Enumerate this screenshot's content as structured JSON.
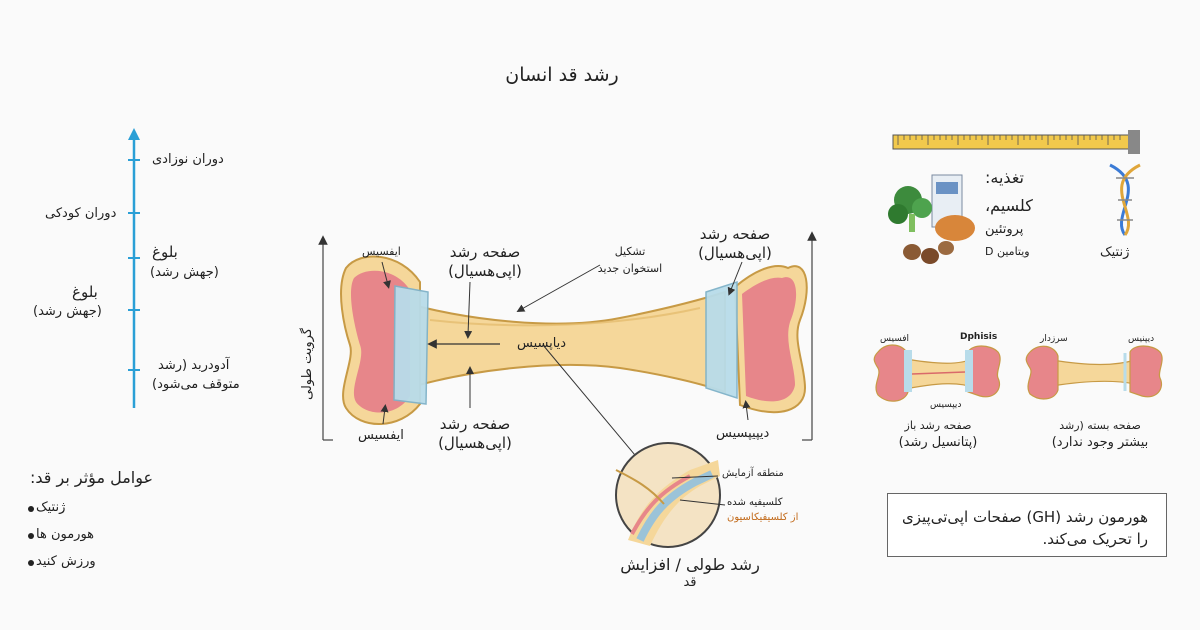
{
  "title": "رشد قد انسان",
  "timeline": {
    "accent": "#2a9fd6",
    "right_labels": [
      {
        "id": "newborn",
        "text": "دوران نوزادی"
      },
      {
        "id": "puberty1",
        "text": "بلوغ"
      },
      {
        "id": "puberty2",
        "text": "(جهش رشد)"
      },
      {
        "id": "adult1",
        "text": "آدودربد (رشد"
      },
      {
        "id": "adult2",
        "text": "متوقف می‌شود)"
      }
    ],
    "left_labels": [
      {
        "id": "childhood",
        "text": "دوران کودکی"
      },
      {
        "id": "puberty1",
        "text": "بلوغ"
      },
      {
        "id": "puberty2",
        "text": "(جهش رشد)"
      }
    ]
  },
  "bone": {
    "vertical_label": "گرویت طولی",
    "labels": {
      "epiphysis_top": "ایفسیس",
      "plate_top_1": "صفحه رشد",
      "plate_top_2": "(اپی‌هسیال)",
      "new_bone_1": "تشکیل",
      "new_bone_2": "استخوان جدید",
      "plate_right_1": "صفحه رشد",
      "plate_right_2": "(اپی‌هسیال)",
      "diaphysis": "دیاپسیس",
      "epiphysis_bottom": "ایفسیس",
      "plate_bottom_1": "صفحه رشد",
      "plate_bottom_2": "(اپی‌هسیال)",
      "diaphysis_right": "دیپیپسیس"
    },
    "colors": {
      "shaft": "#f5d79a",
      "outline": "#c79a45",
      "marrow": "#e7868a",
      "plate": "#b8dcea"
    }
  },
  "zoom": {
    "label_testing": "منطقه آزمایش",
    "label_calcified": "کلسیفیه شده",
    "label_calcification": "از کلسیفیکاسیون",
    "caption_1": "رشد طولی / افزایش",
    "caption_2": "قد"
  },
  "factors": {
    "heading": "عوامل مؤثر بر قد:",
    "items": [
      "ژنتیک",
      "هورمون ها",
      "ورزش کنید"
    ]
  },
  "nutrition": {
    "heading": "تغذیه:",
    "calcium": "کلسیم،",
    "protein": "پروتئین",
    "vitamin": "ویتامین D",
    "genetics": "ژنتیک"
  },
  "plates": {
    "open": {
      "label_a": "افسیس",
      "label_b": "Dphisis",
      "label_c": "دیپسیس",
      "caption_1": "صفحه رشد باز",
      "caption_2": "(پتانسیل رشد)"
    },
    "closed": {
      "label_a": "سرزدار",
      "label_b": "دیپنیس",
      "caption_1": "صفحه بسته (رشد",
      "caption_2": "بیشتر وجود ندارد)"
    }
  },
  "gh_note": {
    "line1": "هورمون رشد (GH) صفحات اپی‌تی‌پیزی",
    "line2": "را تحریک می‌کند."
  }
}
